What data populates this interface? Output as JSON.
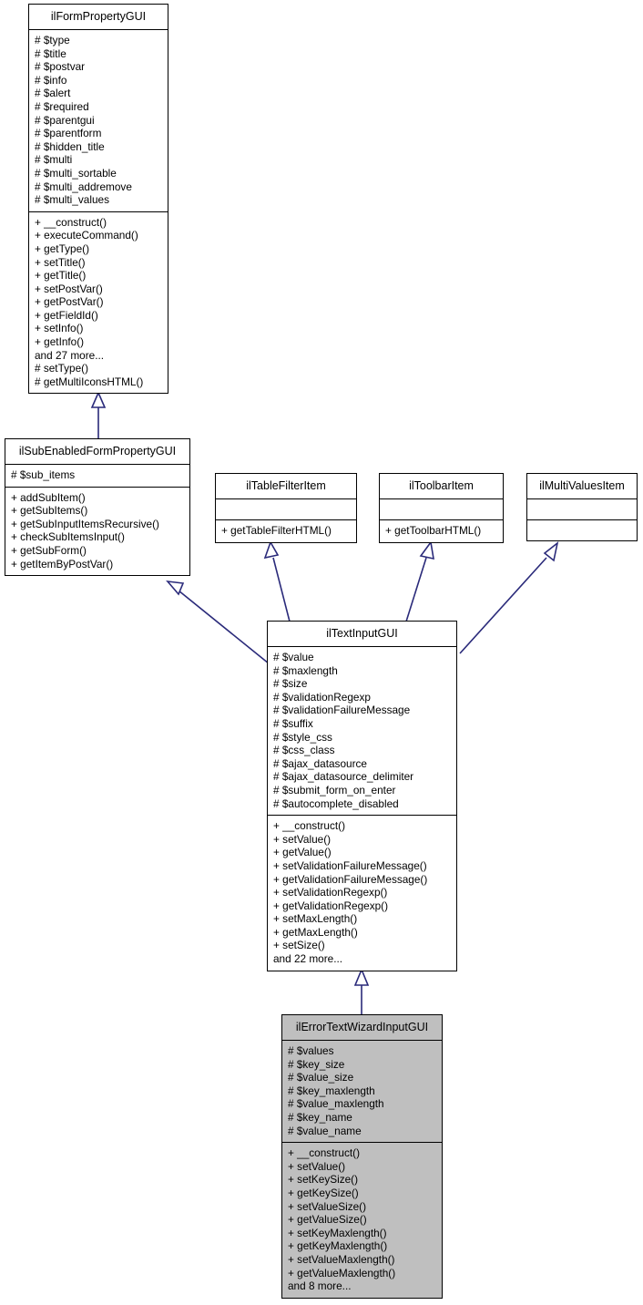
{
  "diagram": {
    "kind": "uml-class-inheritance-diagram",
    "colors": {
      "edge": "#2a2a7a",
      "box_border": "#000000",
      "box_fill": "#ffffff",
      "highlight_fill": "#bfbfbf",
      "text": "#000000"
    }
  },
  "classes": [
    {
      "id": "ilFormPropertyGUI",
      "name": "ilFormPropertyGUI",
      "highlighted": false,
      "attributes": [
        "# $type",
        "# $title",
        "# $postvar",
        "# $info",
        "# $alert",
        "# $required",
        "# $parentgui",
        "# $parentform",
        "# $hidden_title",
        "# $multi",
        "# $multi_sortable",
        "# $multi_addremove",
        "# $multi_values"
      ],
      "operations": [
        "+ __construct()",
        "+ executeCommand()",
        "+ getType()",
        "+ setTitle()",
        "+ getTitle()",
        "+ setPostVar()",
        "+ getPostVar()",
        "+ getFieldId()",
        "+ setInfo()",
        "+ getInfo()",
        "and 27 more...",
        "# setType()",
        "# getMultiIconsHTML()"
      ]
    },
    {
      "id": "ilSubEnabledFormPropertyGUI",
      "name": "ilSubEnabledFormPropertyGUI",
      "highlighted": false,
      "attributes": [
        "# $sub_items"
      ],
      "operations": [
        "+ addSubItem()",
        "+ getSubItems()",
        "+ getSubInputItemsRecursive()",
        "+ checkSubItemsInput()",
        "+ getSubForm()",
        "+ getItemByPostVar()"
      ]
    },
    {
      "id": "ilTableFilterItem",
      "name": "ilTableFilterItem",
      "highlighted": false,
      "attributes": [],
      "operations": [
        "+ getTableFilterHTML()"
      ]
    },
    {
      "id": "ilToolbarItem",
      "name": "ilToolbarItem",
      "highlighted": false,
      "attributes": [],
      "operations": [
        "+ getToolbarHTML()"
      ]
    },
    {
      "id": "ilMultiValuesItem",
      "name": "ilMultiValuesItem",
      "highlighted": false,
      "attributes": [],
      "operations": []
    },
    {
      "id": "ilTextInputGUI",
      "name": "ilTextInputGUI",
      "highlighted": false,
      "attributes": [
        "# $value",
        "# $maxlength",
        "# $size",
        "# $validationRegexp",
        "# $validationFailureMessage",
        "# $suffix",
        "# $style_css",
        "# $css_class",
        "# $ajax_datasource",
        "# $ajax_datasource_delimiter",
        "# $submit_form_on_enter",
        "# $autocomplete_disabled"
      ],
      "operations": [
        "+ __construct()",
        "+ setValue()",
        "+ getValue()",
        "+ setValidationFailureMessage()",
        "+ getValidationFailureMessage()",
        "+ setValidationRegexp()",
        "+ getValidationRegexp()",
        "+ setMaxLength()",
        "+ getMaxLength()",
        "+ setSize()",
        "and 22 more..."
      ]
    },
    {
      "id": "ilErrorTextWizardInputGUI",
      "name": "ilErrorTextWizardInputGUI",
      "highlighted": true,
      "attributes": [
        "# $values",
        "# $key_size",
        "# $value_size",
        "# $key_maxlength",
        "# $value_maxlength",
        "# $key_name",
        "# $value_name"
      ],
      "operations": [
        "+ __construct()",
        "+ setValue()",
        "+ setKeySize()",
        "+ getKeySize()",
        "+ setValueSize()",
        "+ getValueSize()",
        "+ setKeyMaxlength()",
        "+ getKeyMaxlength()",
        "+ setValueMaxlength()",
        "+ getValueMaxlength()",
        "and 8 more..."
      ]
    }
  ],
  "relations": [
    {
      "from": "ilSubEnabledFormPropertyGUI",
      "to": "ilFormPropertyGUI",
      "type": "generalization"
    },
    {
      "from": "ilTextInputGUI",
      "to": "ilSubEnabledFormPropertyGUI",
      "type": "generalization"
    },
    {
      "from": "ilTextInputGUI",
      "to": "ilTableFilterItem",
      "type": "generalization"
    },
    {
      "from": "ilTextInputGUI",
      "to": "ilToolbarItem",
      "type": "generalization"
    },
    {
      "from": "ilTextInputGUI",
      "to": "ilMultiValuesItem",
      "type": "generalization"
    },
    {
      "from": "ilErrorTextWizardInputGUI",
      "to": "ilTextInputGUI",
      "type": "generalization"
    }
  ]
}
